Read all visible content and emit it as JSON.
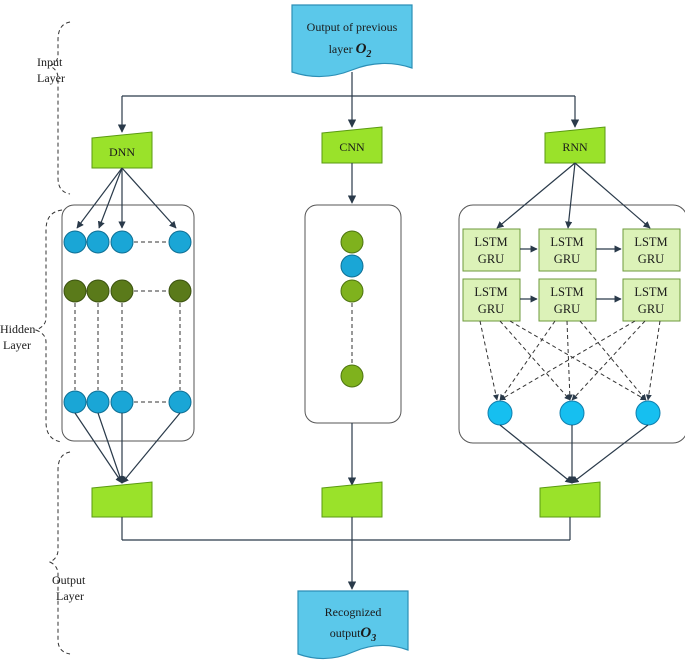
{
  "layers": {
    "input": [
      "Input",
      "Layer"
    ],
    "hidden": [
      "Hidden",
      "Layer"
    ],
    "output": [
      "Output",
      "Layer"
    ]
  },
  "input_doc": {
    "line1": "Output of previous",
    "line2_prefix": "layer ",
    "symbol": "O",
    "subscript": "2"
  },
  "output_doc": {
    "line1": "Recognized",
    "line2_prefix": "output",
    "symbol": "O",
    "subscript": "3"
  },
  "networks": {
    "dnn": "DNN",
    "cnn": "CNN",
    "rnn": "RNN"
  },
  "rnn_cell": [
    "LSTM",
    "GRU"
  ],
  "colors": {
    "doc_fill": "#5bc8ea",
    "doc_stroke": "#2c8fb6",
    "green_box": "#9ae22a",
    "green_box_stroke": "#5a9a12",
    "cell_fill": "#dcf2b8",
    "cell_stroke": "#6e9a3c",
    "blue_node": "#1aa6d6",
    "dark_green_node": "#5a7a1a",
    "light_green_node": "#7fb21d",
    "cyan_node": "#16bff0",
    "line": "#2a3a4a"
  }
}
